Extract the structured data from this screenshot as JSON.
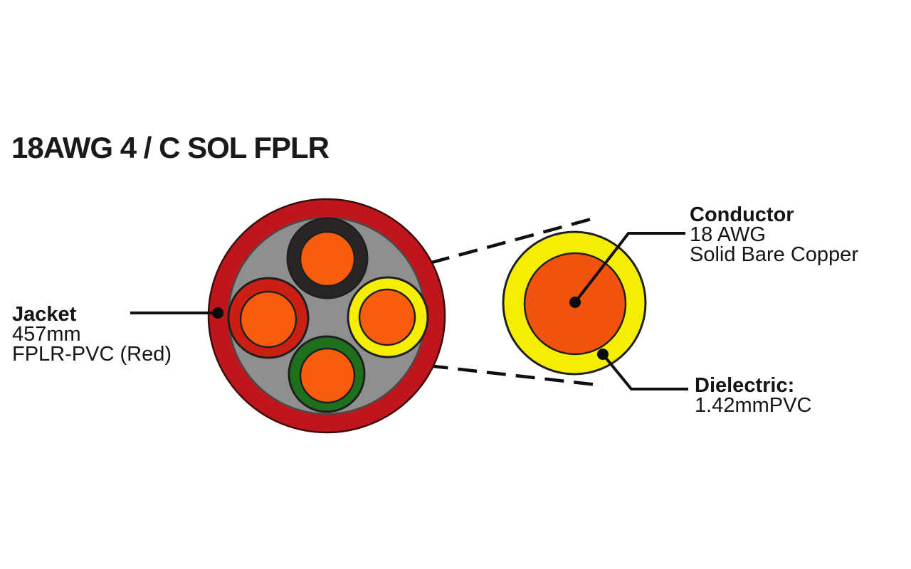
{
  "title": "18AWG 4 / C SOL FPLR",
  "labels": {
    "jacket": {
      "heading": "Jacket",
      "lines": [
        "457mm",
        "FPLR-PVC (Red)"
      ]
    },
    "conductor": {
      "heading": "Conductor",
      "lines": [
        "18 AWG",
        "Solid Bare Copper"
      ]
    },
    "dielectric": {
      "heading": "Dielectric:",
      "lines": [
        "1.42mmPVC"
      ]
    }
  },
  "colors": {
    "background": "#ffffff",
    "text": "#1a1a1a",
    "line_black": "#0f0f0f",
    "jacket_red": "#bf161c",
    "filler_gray": "#8f8f8f",
    "insulation_black": "#2b2626",
    "insulation_red": "#cd1e13",
    "insulation_yellow": "#f6ee00",
    "insulation_green": "#1e701e",
    "copper_orange": "#f85c0d",
    "zoom_copper_orange": "#f1520e"
  }
}
